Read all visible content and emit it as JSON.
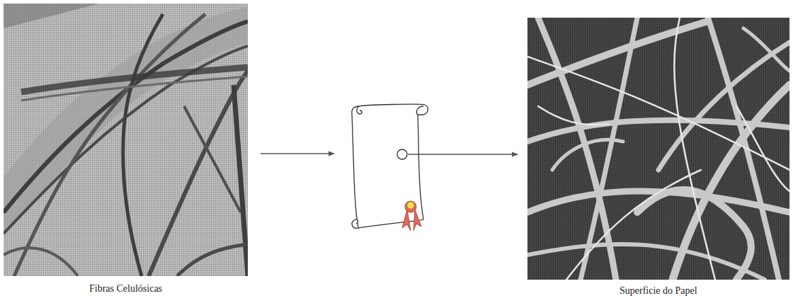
{
  "diagram": {
    "nodes": [
      {
        "text": [
          "Fibras Celulósicas"
        ]
      },
      {
        "text": []
      },
      {
        "text": [
          "Superficie do Papel"
        ]
      }
    ],
    "edges": [
      {
        "from": 0,
        "to": 1,
        "arrow": "to"
      },
      {
        "from": 1,
        "to": 2,
        "arrow": "to"
      }
    ]
  }
}
